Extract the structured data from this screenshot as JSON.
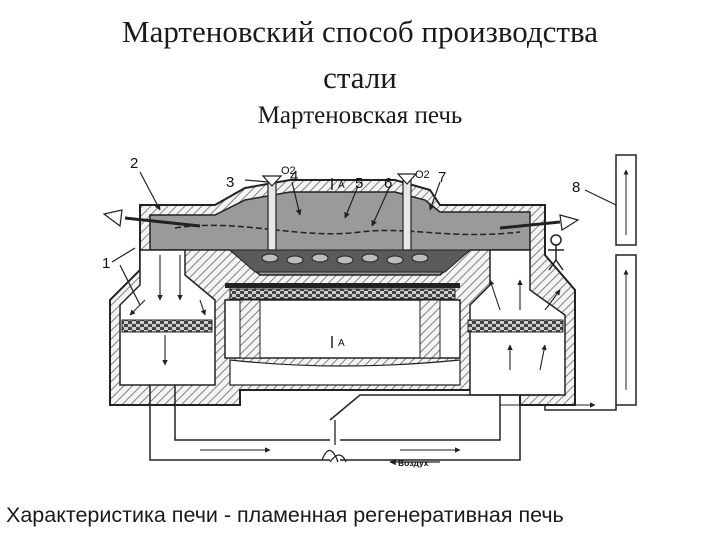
{
  "slide": {
    "title_line1": "Мартеновский способ производства",
    "title_line2": "стали",
    "subtitle": "Мартеновская печь",
    "caption": "Характеристика печи - пламенная регенеративная печь"
  },
  "diagram": {
    "callouts": [
      "1",
      "2",
      "3",
      "4",
      "5",
      "6",
      "7",
      "8"
    ],
    "oxygen_label": "O2",
    "section_mark": "A",
    "air_label": "Воздух"
  }
}
